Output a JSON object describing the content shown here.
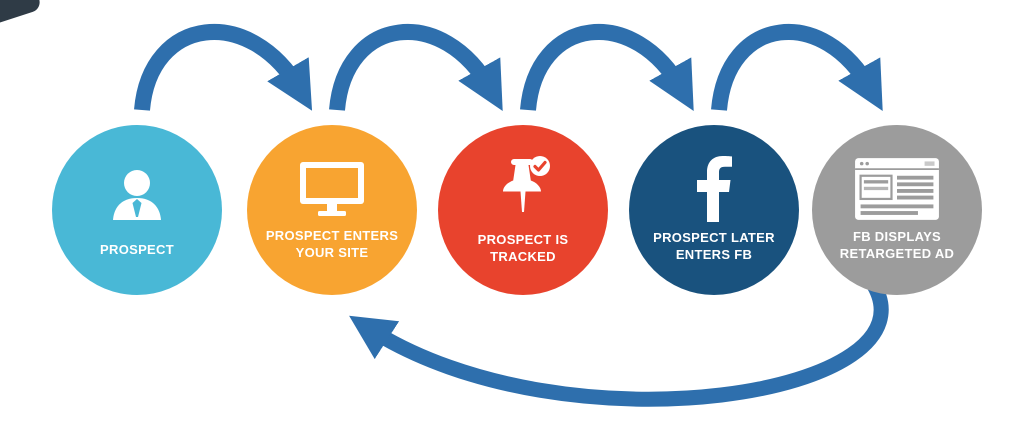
{
  "diagram": {
    "arrow_color": "#2e6fad",
    "steps": [
      {
        "label": "PROSPECT",
        "icon": "person-icon",
        "color": "#49b8d6"
      },
      {
        "label": "PROSPECT ENTERS YOUR SITE",
        "icon": "monitor-icon",
        "color": "#f8a431"
      },
      {
        "label": "PROSPECT IS TRACKED",
        "icon": "pushpin-check-icon",
        "color": "#e8432d"
      },
      {
        "label": "PROSPECT LATER ENTERS FB",
        "icon": "facebook-icon",
        "color": "#19527e"
      },
      {
        "label": "FB DISPLAYS RETARGETED AD",
        "icon": "browser-ad-icon",
        "color": "#9c9c9c"
      }
    ]
  }
}
